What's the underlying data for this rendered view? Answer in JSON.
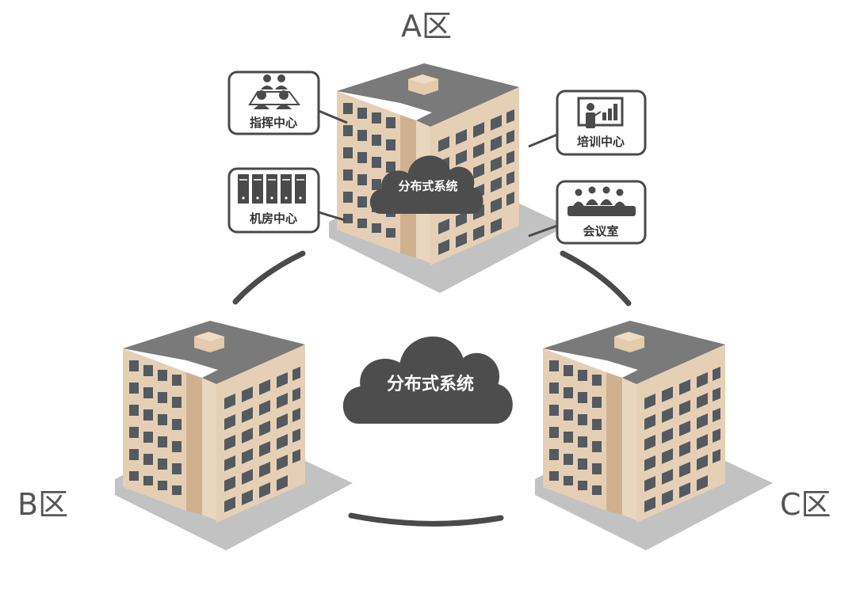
{
  "zones": {
    "a": {
      "label": "A区"
    },
    "b": {
      "label": "B区"
    },
    "c": {
      "label": "C区"
    }
  },
  "cloud_main": {
    "label": "分布式系统"
  },
  "cloud_building": {
    "label": "分布式系统"
  },
  "callouts": {
    "command": {
      "label": "指挥中心",
      "icon": "meeting-people-icon"
    },
    "server": {
      "label": "机房中心",
      "icon": "server-rack-icon"
    },
    "training": {
      "label": "培训中心",
      "icon": "presenter-board-icon"
    },
    "meeting": {
      "label": "会议室",
      "icon": "conference-room-icon"
    }
  },
  "colors": {
    "wall": "#e8d4bb",
    "wall_side": "#d9bf9f",
    "trim": "#c9aa86",
    "roof": "#7d7d7d",
    "window": "#545a60",
    "shadow": "#bdbdbd",
    "cloud": "#4d4d4d",
    "ring": "#4a4a4a",
    "label": "#555555"
  }
}
